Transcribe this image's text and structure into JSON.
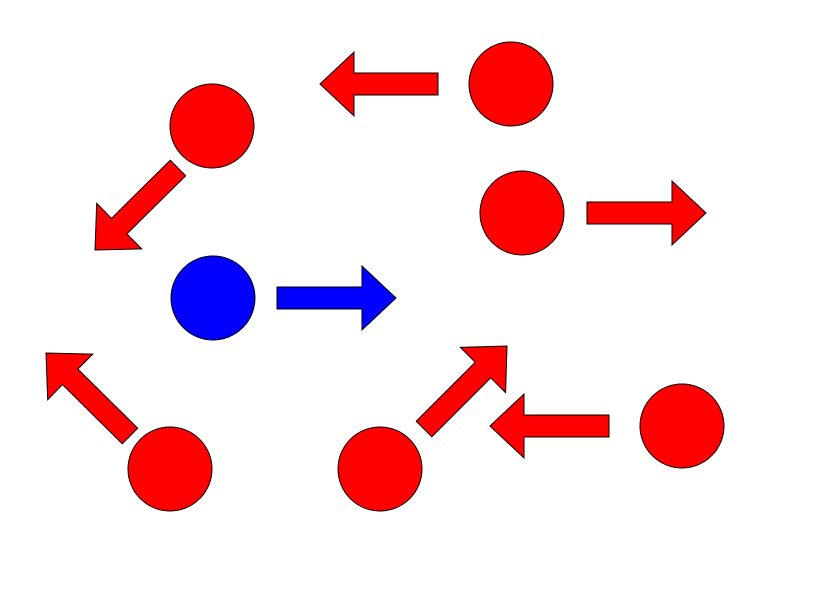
{
  "colors": {
    "background": "#ffffff",
    "particle_red": "#ff0000",
    "particle_blue": "#0000ff",
    "outline": "#000000"
  },
  "particles": [
    {
      "id": "red-1",
      "color": "red",
      "direction": "left"
    },
    {
      "id": "red-2",
      "color": "red",
      "direction": "down-left"
    },
    {
      "id": "red-3",
      "color": "red",
      "direction": "right"
    },
    {
      "id": "blue-1",
      "color": "blue",
      "direction": "right"
    },
    {
      "id": "red-4",
      "color": "red",
      "direction": "up-left"
    },
    {
      "id": "red-5",
      "color": "red",
      "direction": "up-right"
    },
    {
      "id": "red-6",
      "color": "red",
      "direction": "left"
    }
  ]
}
